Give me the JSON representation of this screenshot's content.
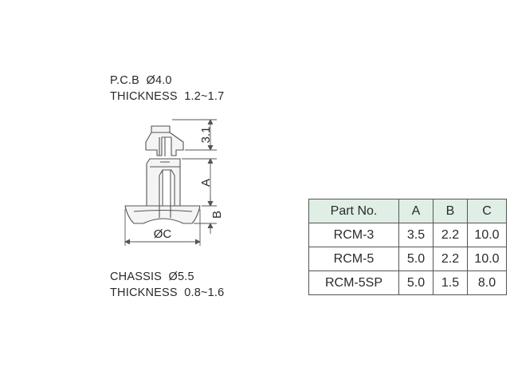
{
  "notes": {
    "top_line1": "P.C.B  Ø4.0",
    "top_line2": "THICKNESS  1.2~1.7",
    "bottom_line1": "CHASSIS  Ø5.5",
    "bottom_line2": "THICKNESS  0.8~1.6"
  },
  "dimensions": {
    "top": "3.1",
    "a": "A",
    "b": "B",
    "c": "ØC"
  },
  "table": {
    "headers": [
      "Part No.",
      "A",
      "B",
      "C"
    ],
    "rows": [
      [
        "RCM-3",
        "3.5",
        "2.2",
        "10.0"
      ],
      [
        "RCM-5",
        "5.0",
        "2.2",
        "10.0"
      ],
      [
        "RCM-5SP",
        "5.0",
        "1.5",
        "8.0"
      ]
    ]
  },
  "colors": {
    "header_bg": "#e0efe6",
    "line": "#555555",
    "part_fill": "#f2f2f2"
  }
}
